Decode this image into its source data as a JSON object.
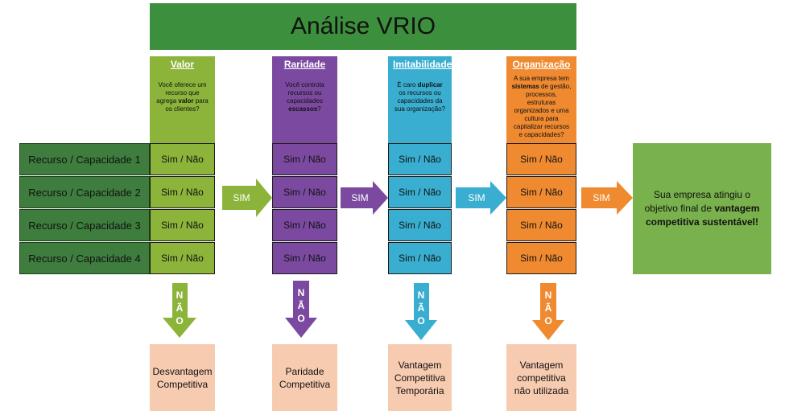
{
  "title": "Análise VRIO",
  "columns": [
    {
      "heading": "Valor",
      "question_parts": [
        "Você oferece um recurso que agrega ",
        "valor",
        " para os clientes?"
      ],
      "color": "#8cb43a"
    },
    {
      "heading": "Raridade",
      "question_parts": [
        "Você controla recursos ou capacidades ",
        "escassos",
        "?"
      ],
      "color": "#7b4aa0"
    },
    {
      "heading": "Imitabilidade",
      "question_parts": [
        "É caro ",
        "duplicar",
        " os recursos ou capacidades da sua organização?"
      ],
      "color": "#3aaed0"
    },
    {
      "heading": "Organização",
      "question_parts": [
        "A sua empresa tem ",
        "sistemas",
        " de gestão, processos, estruturas organizados e uma cultura para capitalizar recursos e capacidades?"
      ],
      "color": "#ef8a30"
    }
  ],
  "resources": [
    "Recurso / Capacidade 1",
    "Recurso / Capacidade 2",
    "Recurso / Capacidade 3",
    "Recurso / Capacidade 4"
  ],
  "cell_value": "Sim / Não",
  "yes_label": "SIM",
  "no_label": "NÃO",
  "no_letters": [
    "N",
    "Ã",
    "O"
  ],
  "results": [
    "Desvantagem Competitiva",
    "Paridade Competitiva",
    "Vantagem Competitiva Temporária",
    "Vantagem competitiva não utilizada"
  ],
  "final": {
    "before": "Sua empresa atingiu o objetivo final de ",
    "bold": "vantagem competitiva sustentável!"
  }
}
